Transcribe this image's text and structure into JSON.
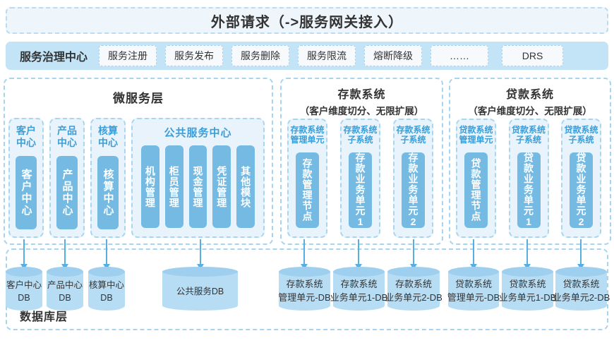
{
  "colors": {
    "accent_blue": "#74bae3",
    "bar_blue": "#c2e4f6",
    "panel_border": "#a7d4ef",
    "header_text_blue": "#3b9ed8",
    "cylinder_body": "#b7ddf4",
    "cylinder_top": "#9fcfee",
    "arrow": "#55afe3",
    "text_dark": "#333333"
  },
  "top_bar": {
    "label": "外部请求（->服务网关接入）"
  },
  "governance": {
    "title": "服务治理中心",
    "buttons": [
      "服务注册",
      "服务发布",
      "服务删除",
      "服务限流",
      "熔断降级",
      "……"
    ],
    "drs_label": "DRS"
  },
  "panels": {
    "micro": {
      "title": "微服务层",
      "groups": [
        {
          "header": "客户\n中心",
          "box": "客户中心"
        },
        {
          "header": "产品\n中心",
          "box": "产品中心"
        },
        {
          "header": "核算\n中心",
          "box": "核算中心"
        },
        {
          "header": "公共服务中心",
          "boxes": [
            "机构管理",
            "柜员管理",
            "现金管理",
            "凭证管理",
            "其他模块"
          ]
        }
      ]
    },
    "deposit": {
      "title": "存款系统",
      "subtitle": "（客户维度切分、无限扩展）",
      "groups": [
        {
          "header": "存款系统\n管理单元",
          "box": "存款管理节点"
        },
        {
          "header": "存款系统\n子系统",
          "box": "存款业务单元1"
        },
        {
          "header": "存款系统\n子系统",
          "box": "存款业务单元2"
        }
      ]
    },
    "loan": {
      "title": "贷款系统",
      "subtitle": "（客户维度切分、无限扩展）",
      "groups": [
        {
          "header": "贷款系统\n管理单元",
          "box": "贷款管理节点"
        },
        {
          "header": "贷款系统\n子系统",
          "box": "贷款业务单元1"
        },
        {
          "header": "贷款系统\n子系统",
          "box": "贷款业务单元2"
        }
      ]
    }
  },
  "database_layer": {
    "title": "数据库层",
    "cylinders": [
      "客户中心\nDB",
      "产品中心\nDB",
      "核算中心\nDB",
      "公共服务DB",
      "存款系统\n管理单元-DB",
      "存款系统\n业务单元1-DB",
      "存款系统\n业务单元2-DB",
      "贷款系统\n管理单元-DB",
      "贷款系统\n业务单元1-DB",
      "贷款系统\n业务单元2-DB"
    ]
  }
}
